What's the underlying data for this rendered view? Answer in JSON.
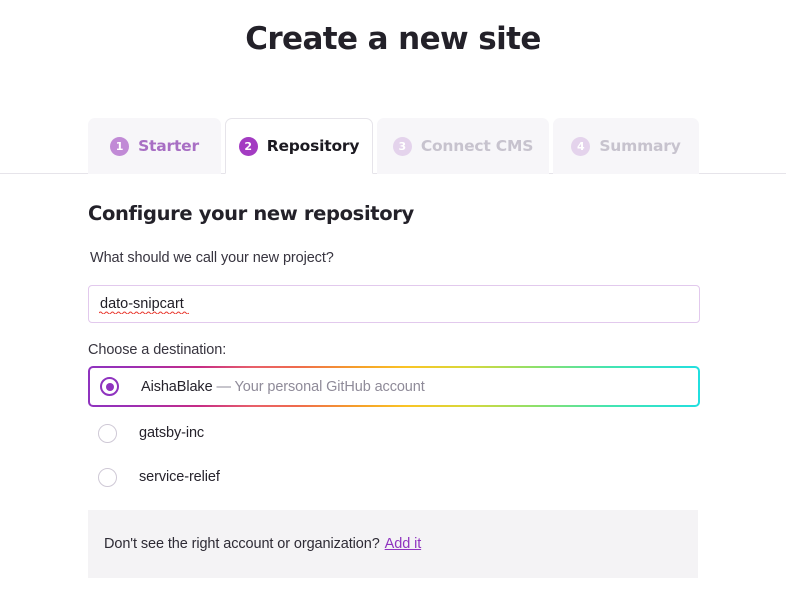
{
  "page": {
    "title": "Create a new site",
    "accent_purple": "#8f33bf",
    "tab_active_badge": "#a33bc2",
    "tab_done_color": "#a86fc4",
    "tab_upcoming_color": "#c7c3ce",
    "gradient": [
      "#8f33bf",
      "#c62b86",
      "#ef6a4e",
      "#fac425",
      "#8fe06a",
      "#21dfe0"
    ]
  },
  "tabs": [
    {
      "number": "1",
      "label": "Starter",
      "state": "done"
    },
    {
      "number": "2",
      "label": "Repository",
      "state": "active"
    },
    {
      "number": "3",
      "label": "Connect CMS",
      "state": "upcoming"
    },
    {
      "number": "4",
      "label": "Summary",
      "state": "upcoming"
    }
  ],
  "form": {
    "heading": "Configure your new repository",
    "project_name_label": "What should we call your new project?",
    "project_name_value": "dato-snipcart",
    "project_name_placeholder": "",
    "destination_label": "Choose a destination:"
  },
  "destinations": [
    {
      "name": "AishaBlake",
      "description": "— Your personal GitHub account",
      "selected": true
    },
    {
      "name": "gatsby-inc",
      "description": "",
      "selected": false
    },
    {
      "name": "service-relief",
      "description": "",
      "selected": false
    }
  ],
  "footer": {
    "text": "Don't see the right account or organization?",
    "link_label": "Add it"
  }
}
